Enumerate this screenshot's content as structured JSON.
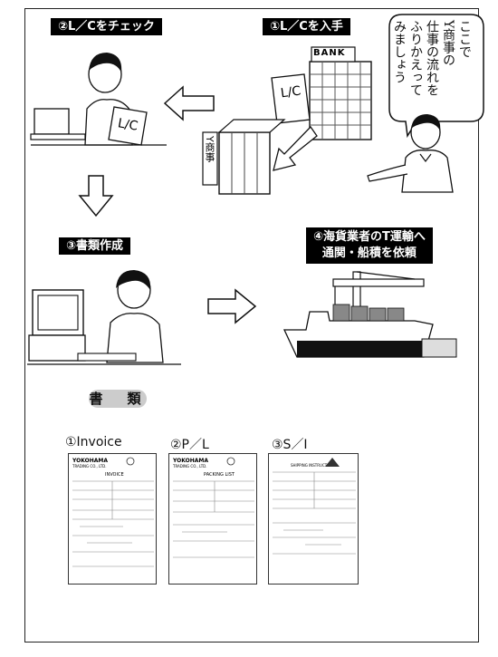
{
  "labels": {
    "step1": "①L／Cを入手",
    "step2": "②L／Cをチェック",
    "step3": "③書類作成",
    "step4_line1": "④海貨業者のT運輸へ",
    "step4_line2": "通関・船積を依頼"
  },
  "bubble": {
    "lines": [
      "ここで",
      "Y商事の",
      "仕事の流れを",
      "ふりかえって",
      "みましょう"
    ]
  },
  "illustration_text": {
    "bank_sign": "BANK",
    "lc_doc": "L/C",
    "lc_doc_checking": "L/C",
    "company_sign": "Y商事"
  },
  "documents_section": {
    "heading": "書　類",
    "items": [
      {
        "label": "①Invoice",
        "company": "YOKOHAMA",
        "sub": "TRADING CO., LTD.",
        "title": "INVOICE"
      },
      {
        "label": "②P／L",
        "company": "YOKOHAMA",
        "sub": "TRADING CO., LTD.",
        "title": "PACKING LIST"
      },
      {
        "label": "③S／I",
        "company": "",
        "sub": "",
        "title": "SHIPPING INSTRUCTIONS"
      }
    ]
  }
}
